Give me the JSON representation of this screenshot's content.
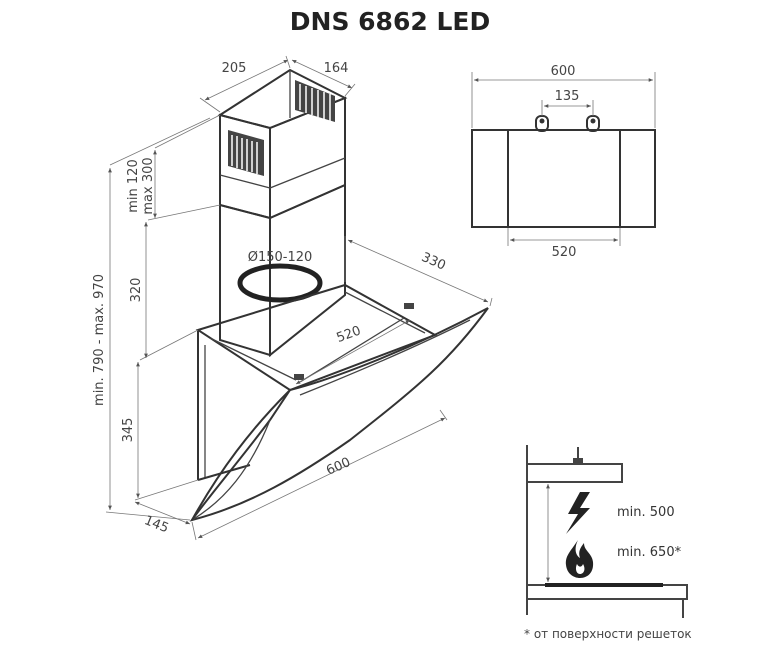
{
  "title": "DNS 6862 LED",
  "perspective": {
    "duct_width": "205",
    "duct_depth": "164",
    "duct_height_range": "min 120\nmax 300",
    "duct_height_line1": "min 120",
    "duct_height_line2": "max 300",
    "total_height": "min. 790 - max. 970",
    "duct_lower": "320",
    "body_height": "345",
    "outlet_diameter": "Ø150-120",
    "body_depth": "330",
    "inner_width": "520",
    "front_width": "600",
    "bottom_depth": "145"
  },
  "top_view": {
    "overall_width": "600",
    "mount_spacing": "135",
    "inner_width": "520"
  },
  "install": {
    "electric_label": "min. 500",
    "gas_label": "min. 650*",
    "electric_icon": "lightning-icon",
    "gas_icon": "flame-icon",
    "footnote": "* от поверхности решеток"
  }
}
